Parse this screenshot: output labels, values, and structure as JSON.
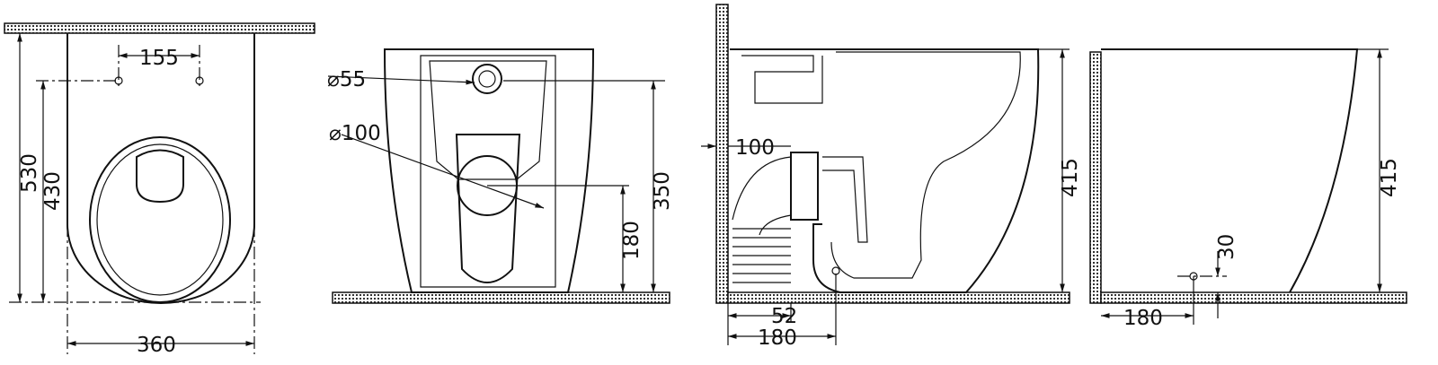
{
  "views": {
    "top": {
      "width_label": "360",
      "fixing_spacing_label": "155",
      "depth_label": "530",
      "fixing_depth_label": "430"
    },
    "front": {
      "inlet_dia_label": "⌀55",
      "outlet_dia_label": "⌀100",
      "inlet_height_label": "350",
      "outlet_height_label": "180"
    },
    "side": {
      "wall_gap_label": "100",
      "height_label": "415",
      "outlet_offset_label": "52",
      "outlet_dist_label": "180"
    },
    "side_outline": {
      "height_label": "415",
      "fixing_height_label": "30",
      "fixing_dist_label": "180"
    }
  }
}
